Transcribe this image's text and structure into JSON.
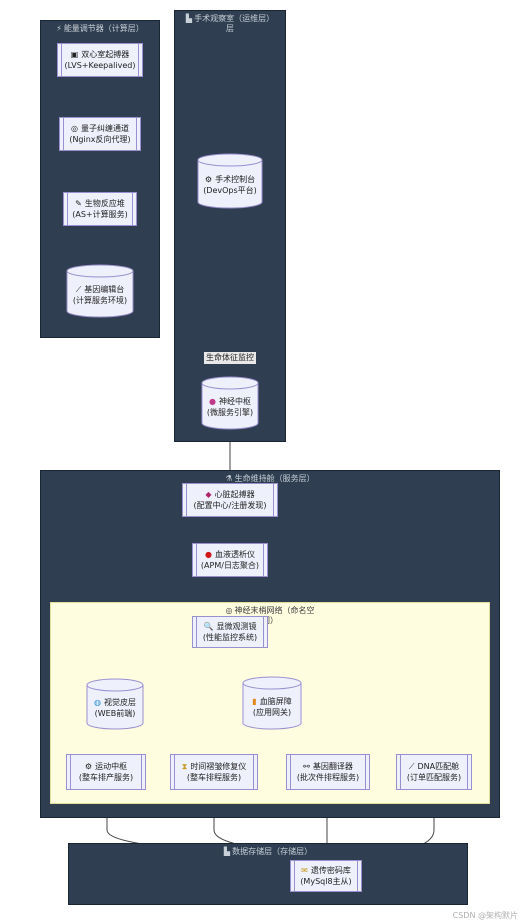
{
  "clusters": {
    "quantum": {
      "icon": "⚡",
      "title": "能量调节器（计算层）",
      "nodes": [
        {
          "icon": "▣",
          "line1": "双心室起搏器",
          "line2": "(LVS+Keepalived)"
        },
        {
          "icon": "◎",
          "line1": "量子纠缠通道",
          "line2": "(Nginx反向代理)"
        },
        {
          "icon": "✎",
          "line1": "生物反应堆",
          "line2": "(AS+计算服务)"
        },
        {
          "icon": "⟋",
          "line1": "基因编辑台",
          "line2": "(计算服务环境)"
        }
      ]
    },
    "surgery": {
      "icon": "▙",
      "title": "手术观察室（运维层）",
      "title_cont": "层",
      "nodes": [
        {
          "icon": "⚙",
          "line1": "手术控制台",
          "line2": "(DevOps平台)"
        },
        {
          "icon": "●",
          "line1": "神经中枢",
          "line2": "(微服务引擎)"
        }
      ],
      "edge_label": "生命体征监控"
    },
    "business": {
      "icon": "⚗",
      "title": "生命维持舱（服务层）",
      "nodes": [
        {
          "icon": "◆",
          "line1": "心脏起搏器",
          "line2": "(配置中心/注册发现)"
        },
        {
          "icon": "●",
          "line1": "血液透析仪",
          "line2": "(APM/日志聚合)"
        }
      ],
      "namespace": {
        "icon": "◎",
        "title": "神经末梢网络（命名空",
        "title_cont": "间）",
        "nodes": [
          {
            "icon": "🔍",
            "line1": "显微观测镜",
            "line2": "(性能监控系统)"
          },
          {
            "icon": "◍",
            "line1": "视觉皮层",
            "line2": "(WEB前端)"
          },
          {
            "icon": "▮",
            "line1": "血脑屏障",
            "line2": "(应用网关)"
          },
          {
            "icon": "⚙",
            "line1": "运动中枢",
            "line2": "(整车排产服务)"
          },
          {
            "icon": "⧗",
            "line1": "时间褶皱修复仪",
            "line2": "(整车排程服务)"
          },
          {
            "icon": "⚯",
            "line1": "基因翻译器",
            "line2": "(批次件排程服务)"
          },
          {
            "icon": "⟋",
            "line1": "DNA匹配舱",
            "line2": "(订单匹配服务)"
          }
        ]
      }
    },
    "storage": {
      "icon": "▙",
      "title": "数据存储层（存储层）",
      "nodes": [
        {
          "icon": "✉",
          "line1": "遗传密码库",
          "line2": "(MySql8主从)"
        }
      ]
    }
  },
  "watermark": "CSDN @架构默片",
  "colors": {
    "cluster_bg": "#2f3e50",
    "node_bg": "#eef0fb",
    "node_border": "#9a8fd0",
    "namespace_bg": "#fffde0"
  }
}
